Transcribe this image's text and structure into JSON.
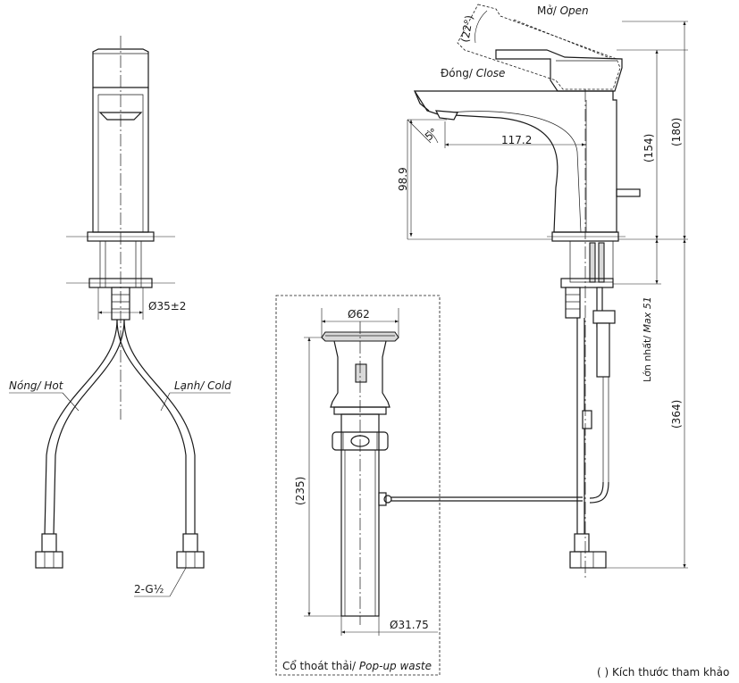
{
  "labels": {
    "open": "Mở/ Open",
    "close": "Đóng/ Close",
    "angle_open": "(22°)",
    "angle_spout": "5°",
    "hot": "Nóng/ Hot",
    "cold": "Lạnh/ Cold",
    "thread": "2-G½",
    "waste": "Cổ thoát thải/ Pop-up waste",
    "max_deck": "Lớn nhất/ Max 51",
    "legend": "( ) Kích thước tham khảo"
  },
  "dimensions": {
    "spout_reach": "117.2",
    "spout_height": "98.9",
    "height_154": "(154)",
    "height_180": "(180)",
    "height_364": "(364)",
    "waste_len": "(235)",
    "dia_mount": "Ø35±2",
    "dia_waste_top": "Ø62",
    "dia_waste_tail": "Ø31.75"
  }
}
